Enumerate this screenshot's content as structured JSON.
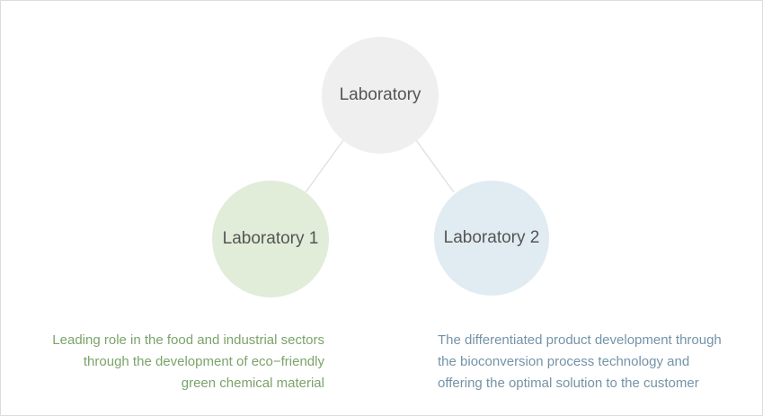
{
  "colors": {
    "root_fill": "#efefef",
    "lab1_fill": "#e1ecd9",
    "lab2_fill": "#e1ebf2",
    "lab1_text": "#7ba36a",
    "lab2_text": "#7393a8",
    "connector": "#dddddd"
  },
  "root": {
    "label": "Laboratory"
  },
  "lab1": {
    "label": "Laboratory 1",
    "description": [
      "Leading role in the food and industrial sectors",
      "through the development of eco−friendly",
      "green chemical material"
    ]
  },
  "lab2": {
    "label": "Laboratory 2",
    "description": [
      "The differentiated product development through",
      "the bioconversion process technology and",
      "offering the optimal solution to the customer"
    ]
  }
}
